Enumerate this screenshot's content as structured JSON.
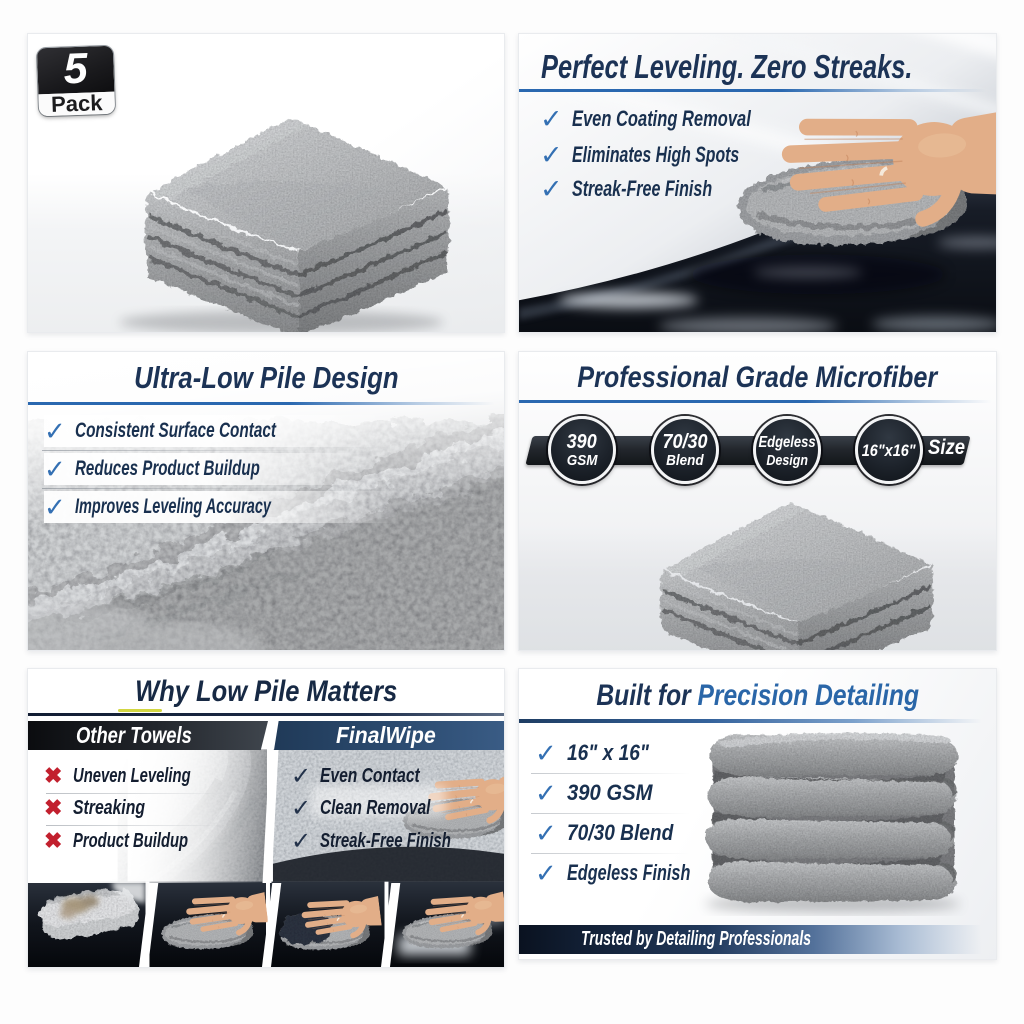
{
  "colors": {
    "navy": "#1c3356",
    "accent_blue": "#2a66a8",
    "check_blue": "#3470b3",
    "cross_red": "#c2202e",
    "rule_blue": "#2a68b0"
  },
  "pack_panel": {
    "badge_number": "5",
    "badge_label": "Pack"
  },
  "leveling_panel": {
    "title": "Perfect Leveling. Zero Streaks.",
    "check_icon": "✓",
    "items": [
      "Even Coating Removal",
      "Eliminates High Spots",
      "Streak-Free Finish"
    ]
  },
  "pile_panel": {
    "title": "Ultra-Low Pile Design",
    "items": [
      "Consistent Surface Contact",
      "Reduces Product Buildup",
      "Improves Leveling Accuracy"
    ]
  },
  "grade_panel": {
    "title": "Professional Grade Microfiber",
    "badges": [
      {
        "line1": "390",
        "line2": "GSM"
      },
      {
        "line1": "70/30",
        "line2": "Blend"
      },
      {
        "line1": "Edgeless",
        "line2": "Design"
      },
      {
        "line1": "16\"x16\"",
        "line2": ""
      }
    ],
    "size_label": "Size"
  },
  "compare_panel": {
    "title": "Why Low Pile Matters",
    "left_header": "Other Towels",
    "right_header": "FinalWipe",
    "left_items": [
      "Uneven Leveling",
      "Streaking",
      "Product Buildup"
    ],
    "right_items": [
      "Even Contact",
      "Clean Removal",
      "Streak-Free Finish"
    ],
    "cross_icon": "✖",
    "check_icon": "✓"
  },
  "precision_panel": {
    "title_prefix": "Built for ",
    "title_accent": "Precision Detailing",
    "items": [
      "16\" x 16\"",
      "390 GSM",
      "70/30 Blend",
      "Edgeless Finish"
    ],
    "footer": "Trusted by Detailing Professionals"
  }
}
